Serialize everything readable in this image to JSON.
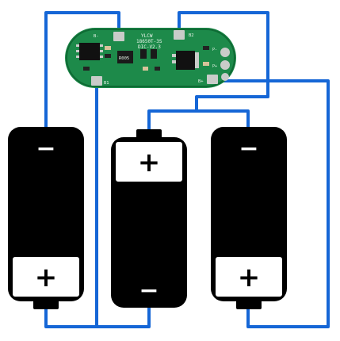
{
  "colors": {
    "wire": "#1566d6",
    "pcb": "#1d8a4a",
    "pcb_dark": "#0f6a34",
    "cell_body": "#000000",
    "cell_window": "#ffffff",
    "pad": "#c9ccc9",
    "silkscreen": "#e9f5ea"
  },
  "board": {
    "labels": {
      "model": "18650T-3S",
      "brand": "YLCW",
      "version": "DIC-V2.3",
      "pad_top_left": "B-",
      "pad_top_right": "B2",
      "pad_bottom_left": "B1",
      "pad_bottom_right": "B+",
      "pad_right_1": "P-",
      "pad_right_2": "P+",
      "resistor_code": "R005"
    }
  },
  "cells": [
    {
      "id": "left",
      "terminal_top": "−",
      "terminal_bottom": "+"
    },
    {
      "id": "middle",
      "terminal_top": "+",
      "terminal_bottom": "−"
    },
    {
      "id": "right",
      "terminal_top": "−",
      "terminal_bottom": "+"
    }
  ]
}
